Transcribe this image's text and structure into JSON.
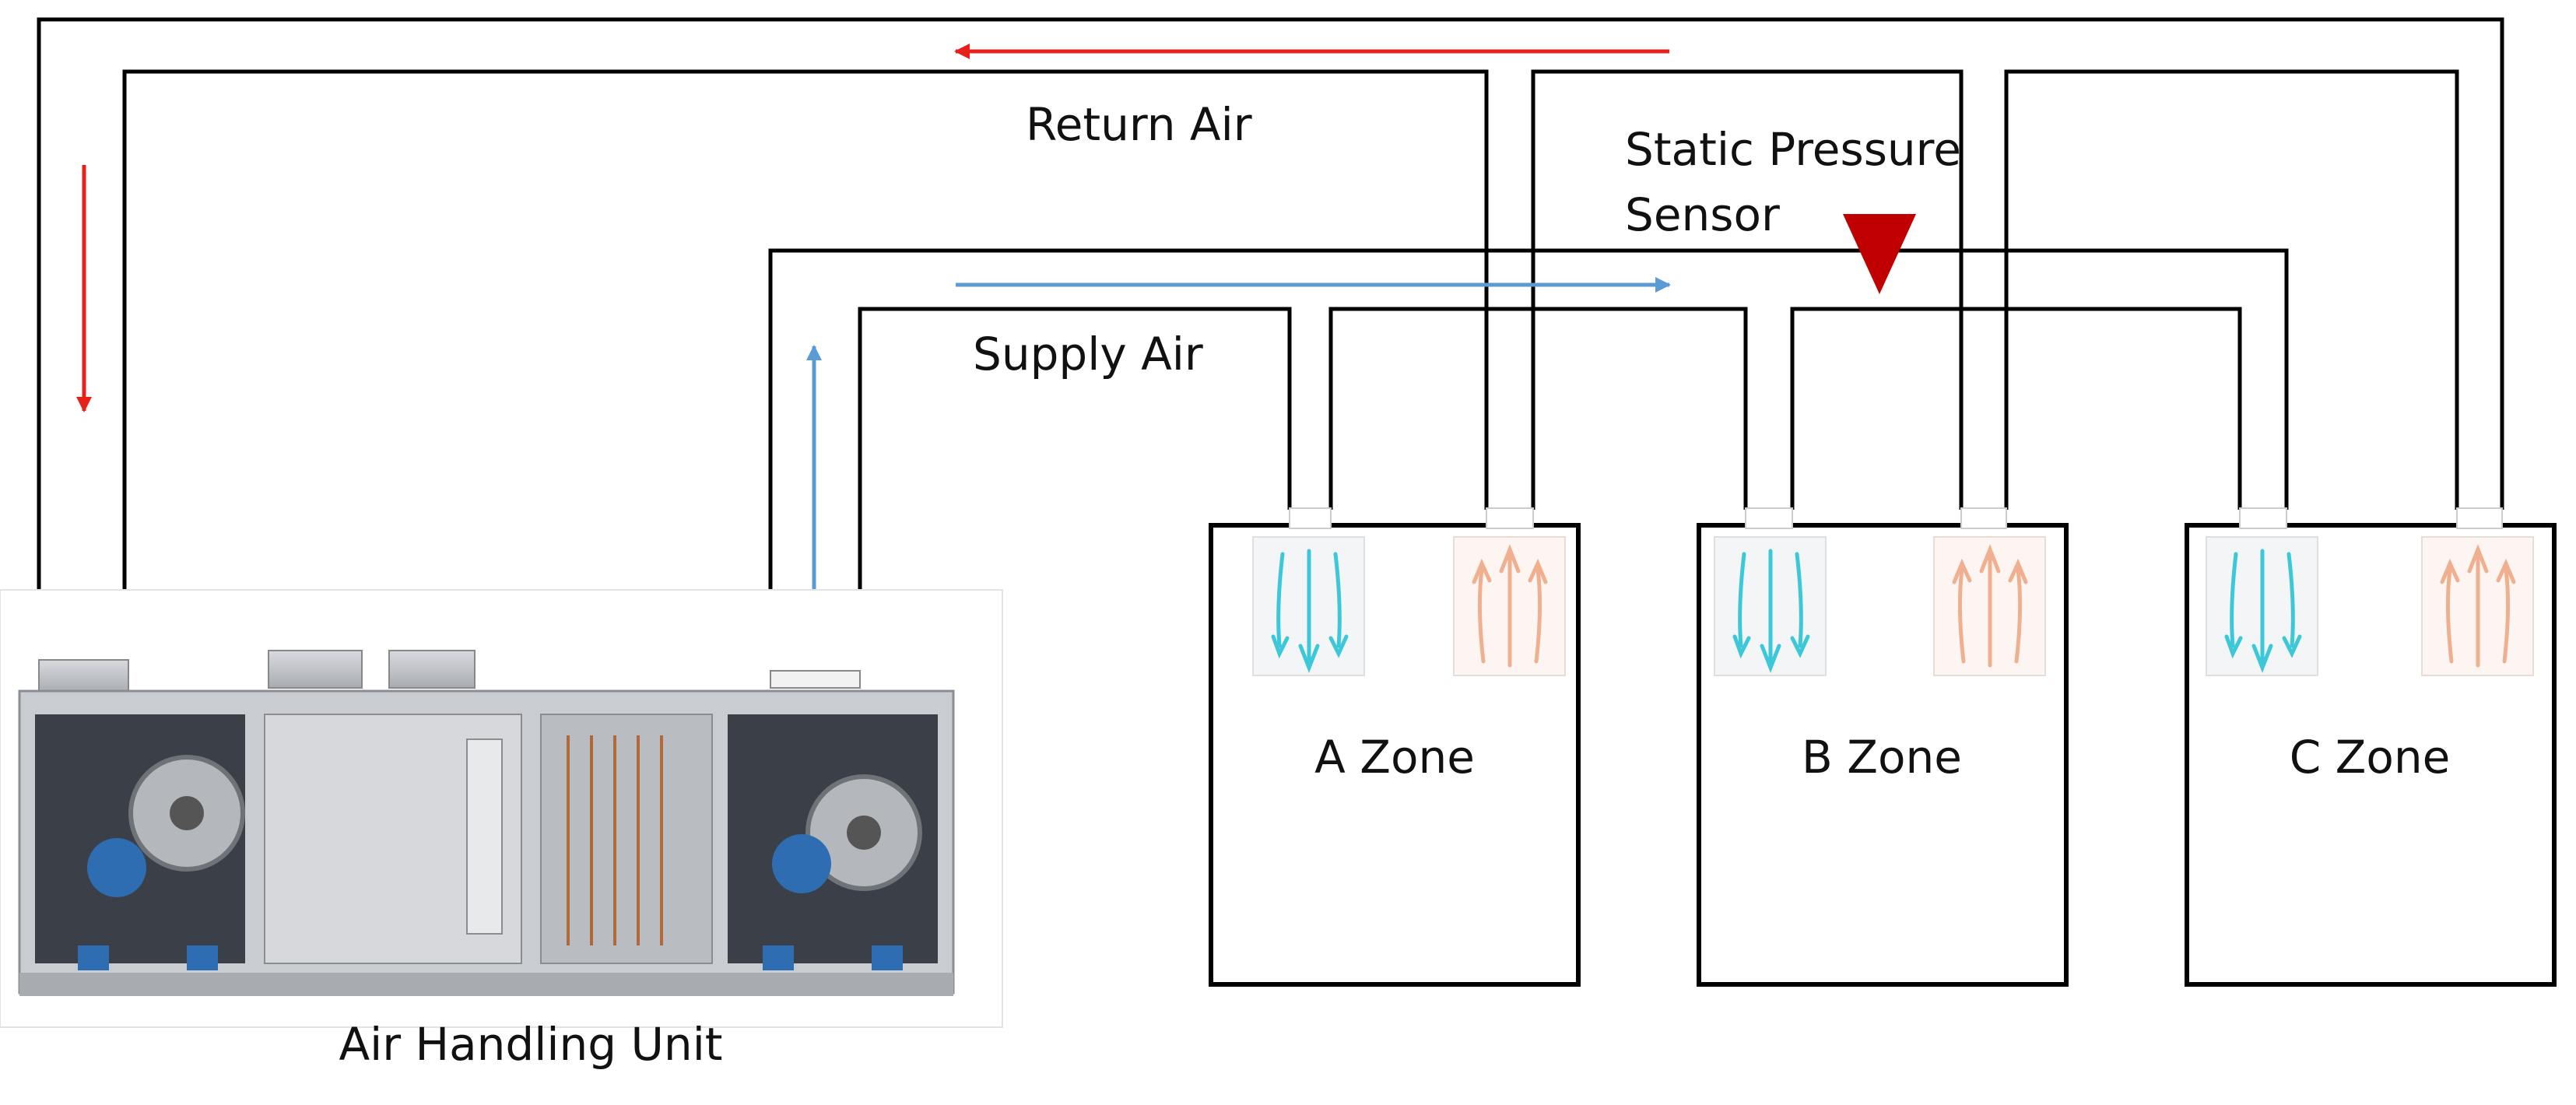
{
  "labels": {
    "return_air": "Return Air",
    "supply_air": "Supply Air",
    "sensor_line1": "Static Pressure",
    "sensor_line2": "Sensor",
    "ahu": "Air Handling Unit"
  },
  "zones": [
    {
      "name": "A Zone"
    },
    {
      "name": "B Zone"
    },
    {
      "name": "C Zone"
    }
  ],
  "colors": {
    "duct": "#000000",
    "return_arrow": "#e8201a",
    "supply_arrow": "#5b9bd5",
    "sensor": "#c00000",
    "diffuser_supply": "#3cc8d8",
    "diffuser_return": "#f0b090"
  },
  "icons": {
    "supply_diffuser": "supply-diffuser-icon",
    "return_grille": "return-grille-icon",
    "sensor": "static-pressure-sensor-icon",
    "ahu": "air-handling-unit-illustration"
  }
}
